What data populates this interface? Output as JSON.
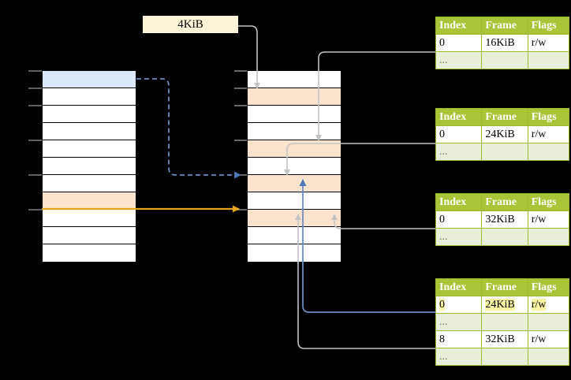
{
  "diagram": {
    "title_label": "4KiB",
    "virtual_column": {
      "name": "virtual-address-space-column",
      "cell_count": 11,
      "cells": [
        {
          "fill": "blue"
        },
        {
          "fill": "white"
        },
        {
          "fill": "white"
        },
        {
          "fill": "white"
        },
        {
          "fill": "white"
        },
        {
          "fill": "white"
        },
        {
          "fill": "white"
        },
        {
          "fill": "peach"
        },
        {
          "fill": "white"
        },
        {
          "fill": "white"
        },
        {
          "fill": "white"
        }
      ]
    },
    "physical_column": {
      "name": "physical-memory-column",
      "cell_count": 11,
      "cells": [
        {
          "fill": "white"
        },
        {
          "fill": "peach"
        },
        {
          "fill": "white"
        },
        {
          "fill": "white"
        },
        {
          "fill": "peach"
        },
        {
          "fill": "white"
        },
        {
          "fill": "peach"
        },
        {
          "fill": "white"
        },
        {
          "fill": "peach"
        },
        {
          "fill": "white"
        },
        {
          "fill": "white"
        }
      ]
    },
    "tables": [
      {
        "name": "page-table-1",
        "headers": [
          "Index",
          "Frame",
          "Flags"
        ],
        "rows": [
          {
            "cells": [
              "0",
              "16KiB",
              "r/w"
            ],
            "style": "normal"
          },
          {
            "cells": [
              "...",
              "",
              ""
            ],
            "style": "alt"
          }
        ]
      },
      {
        "name": "page-table-2",
        "headers": [
          "Index",
          "Frame",
          "Flags"
        ],
        "rows": [
          {
            "cells": [
              "0",
              "24KiB",
              "r/w"
            ],
            "style": "normal"
          },
          {
            "cells": [
              "...",
              "",
              ""
            ],
            "style": "alt"
          }
        ]
      },
      {
        "name": "page-table-3",
        "headers": [
          "Index",
          "Frame",
          "Flags"
        ],
        "rows": [
          {
            "cells": [
              "0",
              "32KiB",
              "r/w"
            ],
            "style": "normal"
          },
          {
            "cells": [
              "...",
              "",
              ""
            ],
            "style": "alt"
          }
        ]
      },
      {
        "name": "page-table-4",
        "headers": [
          "Index",
          "Frame",
          "Flags"
        ],
        "rows": [
          {
            "cells": [
              "0",
              "24KiB",
              "r/w"
            ],
            "style": "normal",
            "highlight": [
              true,
              true,
              true
            ]
          },
          {
            "cells": [
              "...",
              "",
              ""
            ],
            "style": "alt"
          },
          {
            "cells": [
              "8",
              "32KiB",
              "r/w"
            ],
            "style": "normal"
          },
          {
            "cells": [
              "...",
              "",
              ""
            ],
            "style": "alt"
          }
        ]
      }
    ],
    "colors": {
      "table_header_bg": "#a9c437",
      "table_border": "#9bbb2f",
      "table_alt_bg": "#e8eed7",
      "highlight_yellow": "#fbf4a2",
      "label_bg": "#fdf3d7",
      "cell_blue": "#dbe8fa",
      "cell_peach": "#fce3cd",
      "arrow_blue": "#6a8cc4",
      "arrow_orange": "#e8a317",
      "arrow_gray": "#c0c0c0",
      "background": "#000000"
    },
    "connectors": [
      {
        "name": "connector-virtual-blue-dashed",
        "from": "virtual-cell-1",
        "to": "physical-cell-7",
        "style": "dashed",
        "color": "#6a8cc4"
      },
      {
        "name": "connector-virtual-orange-solid",
        "from": "virtual-cell-8",
        "to": "physical-cell-9",
        "style": "solid",
        "color": "#e8a317"
      },
      {
        "name": "connector-label-to-physical-2",
        "from": "label-4kib",
        "to": "physical-cell-2",
        "style": "solid",
        "color": "#c0c0c0"
      },
      {
        "name": "connector-table1-to-physical-5",
        "from": "page-table-1-row-0",
        "to": "physical-cell-5",
        "style": "solid",
        "color": "#c0c0c0"
      },
      {
        "name": "connector-table2-to-physical-7",
        "from": "page-table-2-row-0",
        "to": "physical-cell-7",
        "style": "solid",
        "color": "#c0c0c0"
      },
      {
        "name": "connector-table3-to-physical-9",
        "from": "page-table-3-row-0",
        "to": "physical-cell-9",
        "style": "solid",
        "color": "#c0c0c0"
      },
      {
        "name": "connector-table4-row0-to-physical-7",
        "from": "page-table-4-row-0",
        "to": "physical-cell-7",
        "style": "solid",
        "color": "#6a8cc4"
      },
      {
        "name": "connector-table4-row8-to-physical-9",
        "from": "page-table-4-row-8",
        "to": "physical-cell-9",
        "style": "solid",
        "color": "#c0c0c0"
      }
    ]
  }
}
